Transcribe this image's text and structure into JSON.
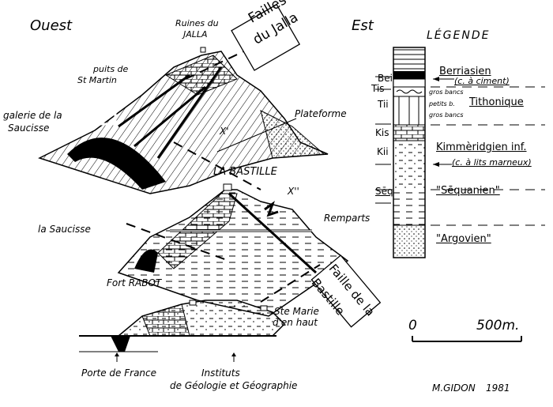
{
  "orientation": {
    "west": "Ouest",
    "east": "Est"
  },
  "labels": {
    "ruines": "Ruines du",
    "jalla": "JALLA",
    "failles_jalla_1": "Failles",
    "failles_jalla_2": "du Jalla",
    "puits_1": "puits de",
    "puits_2": "St Martin",
    "galerie_1": "galerie de la",
    "galerie_2": "Saucisse",
    "plateforme": "Plateforme",
    "bastille": "LA BASTILLE",
    "x1": "X'",
    "x2": "X''",
    "remparts": "Remparts",
    "la_saucisse": "la Saucisse",
    "fort_rabot": "Fort RABOT",
    "faille_bastille_1": "Faille de la",
    "faille_bastille_2": "Bastille",
    "ste_marie_1": "Ste Marie",
    "ste_marie_2": "d'en haut",
    "porte_france": "Porte de France",
    "instituts_1": "Instituts",
    "instituts_2": "de Géologie et Géographie"
  },
  "scale": {
    "zero": "0",
    "length": "500m."
  },
  "credit": {
    "author": "M.GIDON",
    "year": "1981"
  },
  "legend": {
    "title": "LÉGENDE",
    "codes": [
      "Bei",
      "Tis",
      "Tii",
      "Kis",
      "Kii",
      "Sēq"
    ],
    "berriasien": "Berriasien",
    "ciment": "(c. à ciment)",
    "gros_bancs_top": "gros bancs",
    "petits_bancs": "petits b.",
    "tithonique": "Tithonique",
    "gros_bancs_bottom": "gros bancs",
    "kimmeridgien": "Kimmèridgien inf.",
    "lits_marneux": "(c. à lits marneux)",
    "sequanien": "\"Sēquanien\"",
    "argovien": "\"Argovien\""
  }
}
